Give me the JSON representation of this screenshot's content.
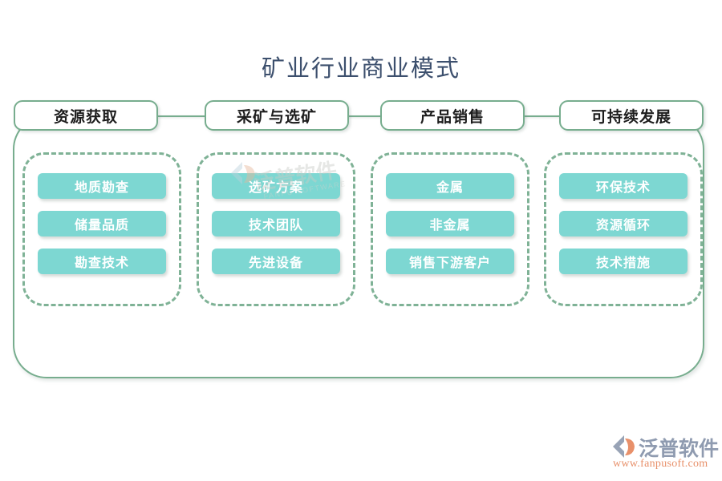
{
  "title": "矿业行业商业模式",
  "colors": {
    "title": "#3c4f6d",
    "frame_green": "#77ad8e",
    "dashed_green": "#7fb296",
    "pill_teal": "#7dd7d2",
    "pill_text": "#ffffff",
    "brand_gray": "#8f9bb0",
    "brand_orange": "#e8906a"
  },
  "columns": [
    {
      "header": "资源获取",
      "items": [
        "地质勘查",
        "储量品质",
        "勘查技术"
      ]
    },
    {
      "header": "采矿与选矿",
      "items": [
        "选矿方案",
        "技术团队",
        "先进设备"
      ]
    },
    {
      "header": "产品销售",
      "items": [
        "金属",
        "非金属",
        "销售下游客户"
      ]
    },
    {
      "header": "可持续发展",
      "items": [
        "环保技术",
        "资源循环",
        "技术措施"
      ]
    }
  ],
  "watermark": {
    "text": "泛普软件",
    "subtext": "FANPU SOFTWARE"
  },
  "brand": {
    "name": "泛普软件",
    "url": "www.fanpusoft.com"
  }
}
